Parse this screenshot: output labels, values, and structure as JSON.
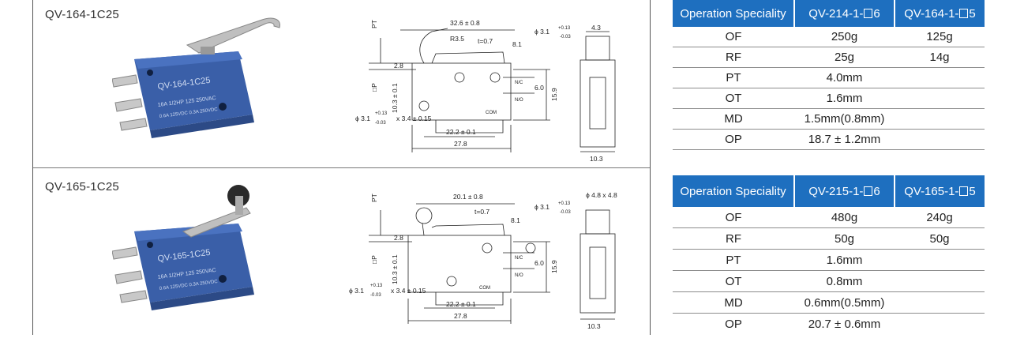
{
  "products": [
    {
      "model": "QV-164-1C25",
      "body_text": [
        "QV-164-1C25",
        "16A 1/2HP 125 250VAC",
        "0.6A 125VDC 0.3A 250VDC"
      ],
      "drawing": {
        "pt": "PT",
        "p": "□P",
        "top_dim": "32.6 ± 0.8",
        "r_label": "R3.5",
        "t_label": "t=0.7",
        "dim_8_1": "8.1",
        "hole_top": "ϕ 3.1",
        "hole_tol_plus": "+0.13",
        "hole_tol_minus": "-0.03",
        "dim_2_8": "2.8",
        "dim_10_3": "10.3 ± 0.1",
        "dim_6_0": "6.0",
        "dim_15_9": "15.9",
        "nc": "N/C",
        "no": "N/O",
        "com": "COM",
        "hole_left": "ϕ 3.1",
        "hole_left_plus": "+0.13",
        "hole_left_minus": "-0.03",
        "hole_left_x": "x 3.4 ± 0.15",
        "dim_22_2": "22.2 ± 0.1",
        "dim_27_8": "27.8",
        "side_top": "4.3",
        "side_bottom": "10.3"
      },
      "table": {
        "headers": [
          "Operation Speciality",
          "QV-214-1-",
          "6",
          "QV-164-1-",
          "5"
        ],
        "rows": [
          {
            "label": "OF",
            "v1": "250g",
            "v2": "125g"
          },
          {
            "label": "RF",
            "v1": "25g",
            "v2": "14g"
          },
          {
            "label": "PT",
            "v": "4.0mm"
          },
          {
            "label": "OT",
            "v": "1.6mm"
          },
          {
            "label": "MD",
            "v": "1.5mm(0.8mm)"
          },
          {
            "label": "OP",
            "v": "18.7 ± 1.2mm"
          }
        ]
      }
    },
    {
      "model": "QV-165-1C25",
      "body_text": [
        "QV-165-1C25",
        "16A 1/2HP 125 250VAC",
        "0.6A 125VDC 0.3A 250VDC"
      ],
      "drawing": {
        "pt": "PT",
        "p": "□P",
        "top_dim": "20.1 ± 0.8",
        "t_label": "t=0.7",
        "dim_8_1": "8.1",
        "hole_top": "ϕ 3.1",
        "hole_tol_plus": "+0.13",
        "hole_tol_minus": "-0.03",
        "dim_2_8": "2.8",
        "dim_10_3": "10.3 ± 0.1",
        "dim_6_0": "6.0",
        "dim_15_9": "15.9",
        "nc": "N/C",
        "no": "N/O",
        "com": "COM",
        "hole_left": "ϕ 3.1",
        "hole_left_plus": "+0.13",
        "hole_left_minus": "-0.03",
        "hole_left_x": "x 3.4 ± 0.15",
        "dim_22_2": "22.2 ± 0.1",
        "dim_27_8": "27.8",
        "side_top": "ϕ 4.8 x 4.8",
        "side_bottom": "10.3"
      },
      "table": {
        "headers": [
          "Operation Speciality",
          "QV-215-1-",
          "6",
          "QV-165-1-",
          "5"
        ],
        "rows": [
          {
            "label": "OF",
            "v1": "480g",
            "v2": "240g"
          },
          {
            "label": "RF",
            "v1": "50g",
            "v2": "50g"
          },
          {
            "label": "PT",
            "v": "1.6mm"
          },
          {
            "label": "OT",
            "v": "0.8mm"
          },
          {
            "label": "MD",
            "v": "0.6mm(0.5mm)"
          },
          {
            "label": "OP",
            "v": "20.7 ± 0.6mm"
          }
        ]
      }
    }
  ],
  "colors": {
    "header_bg": "#1e6fbf",
    "switch_body": "#3a5fa8",
    "metal": "#bfbfbf"
  }
}
